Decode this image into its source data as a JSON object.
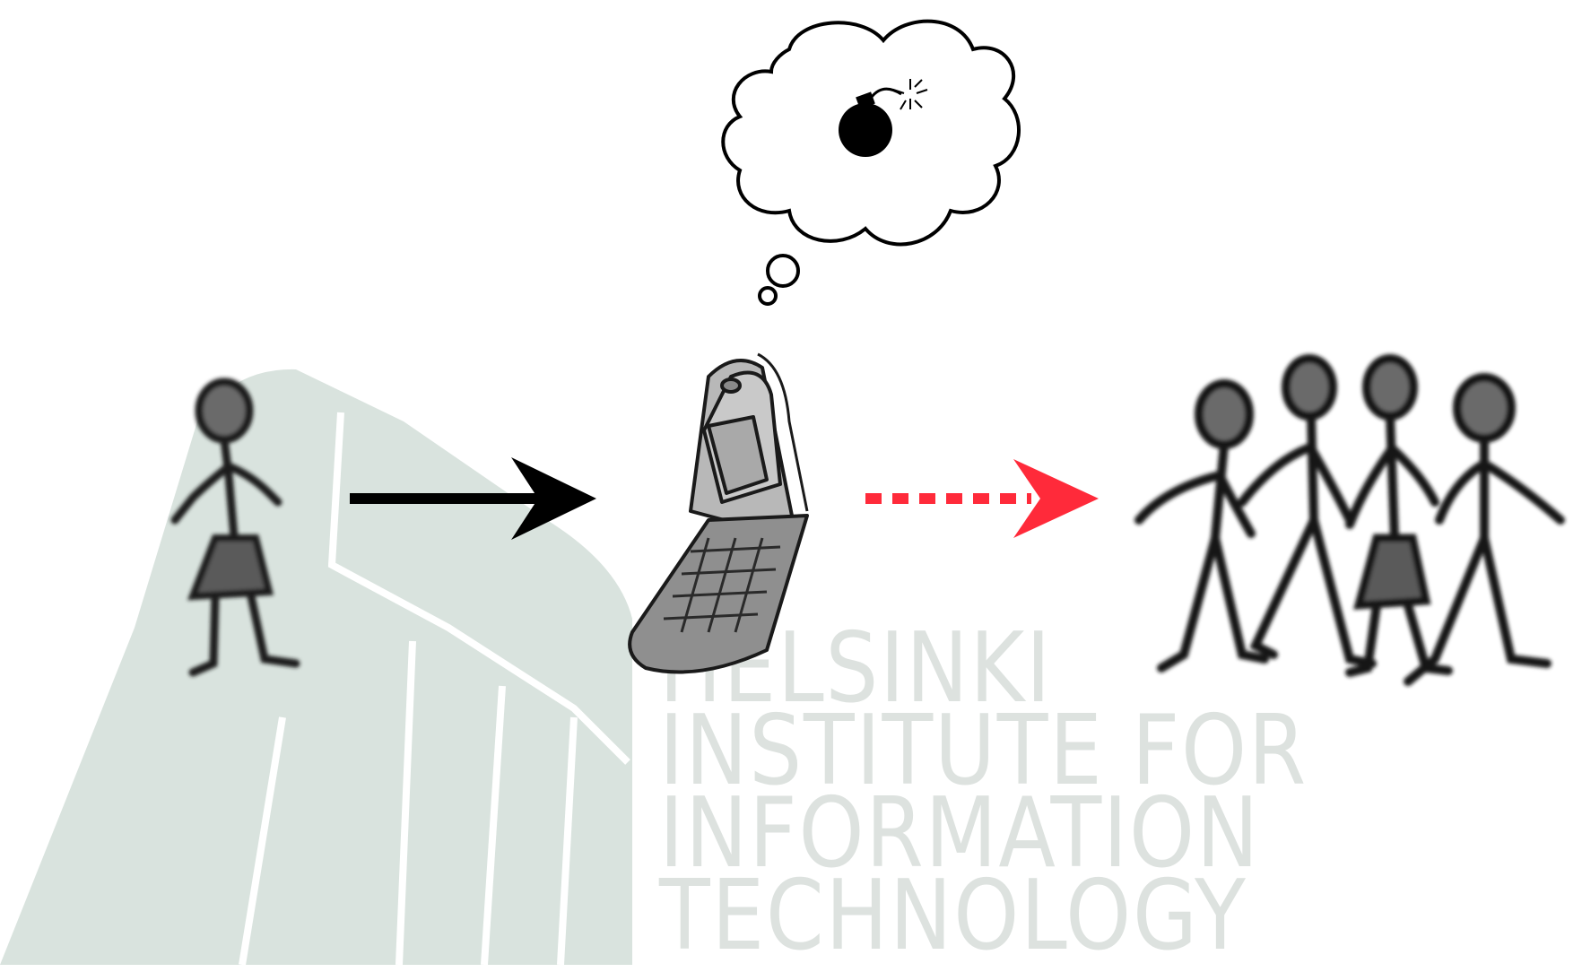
{
  "watermark": {
    "lines": [
      "HELSINKI",
      "INSTITUTE FOR",
      "INFORMATION",
      "TECHNOLOGY"
    ],
    "shape_color": "#d9e3de"
  },
  "diagram": {
    "sender": "woman-stick-figure",
    "thought_bubble": "bomb-icon",
    "device": "flip-phone",
    "receivers": "group-of-stick-figures",
    "arrow_sender_to_phone": {
      "style": "solid",
      "color": "#000000"
    },
    "arrow_phone_to_group": {
      "style": "dotted",
      "color": "#ff2a3a"
    }
  }
}
